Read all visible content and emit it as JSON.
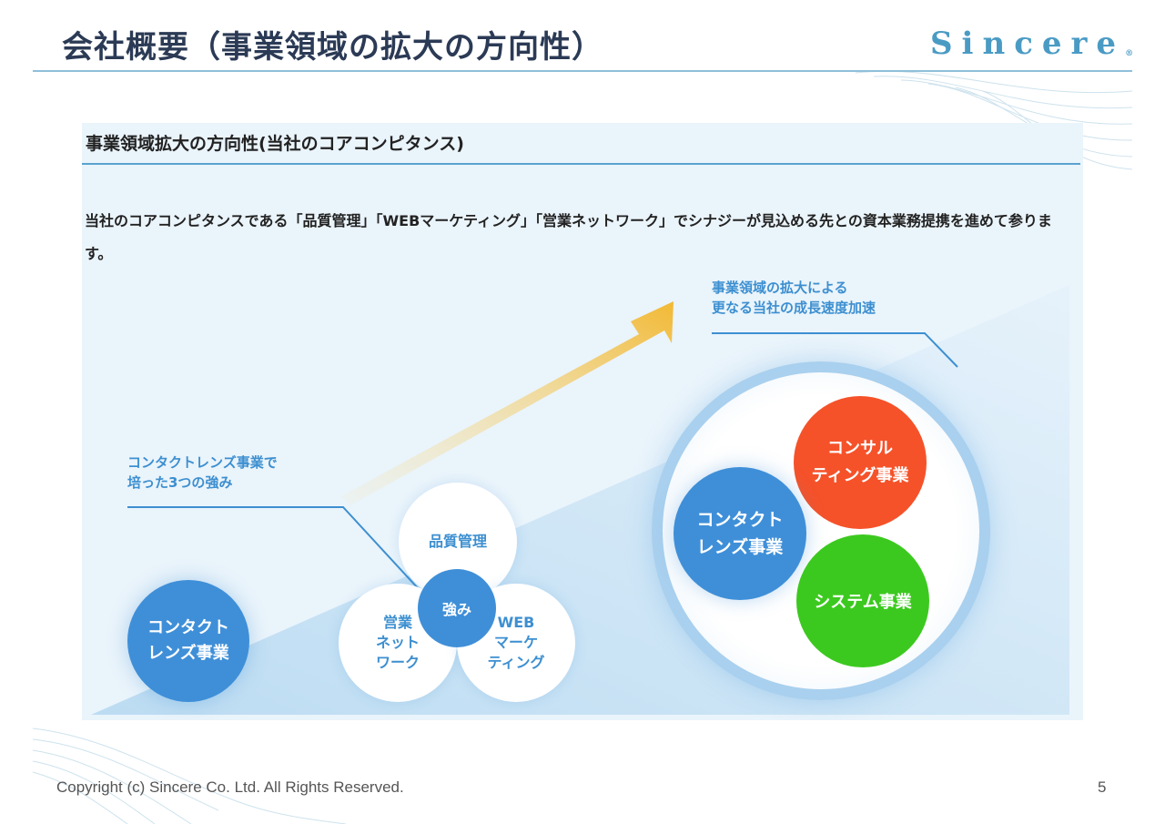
{
  "header": {
    "title": "会社概要（事業領域の拡大の方向性）",
    "logo_text": "Sincere",
    "logo_mark": "®"
  },
  "panel": {
    "heading": "事業領域拡大の方向性(当社のコアコンピタンス)",
    "description": "当社のコアコンピタンスである「品質管理」「WEBマーケティング」「営業ネットワーク」でシナジーが見込める先との資本業務提携を進めて参ります。"
  },
  "diagram": {
    "left_callout": "コンタクトレンズ事業で\n培った3つの強み",
    "right_callout": "事業領域の拡大による\n更なる当社の成長速度加速",
    "contact_lens_circle": "コンタクト\nレンズ事業",
    "strength_quality": "品質管理",
    "strength_sales": "営業\nネット\nワーク",
    "strength_web": "WEB\nマーケ\nティング",
    "strength_core": "強み",
    "right_contact_lens": "コンタクト\nレンズ事業",
    "right_consulting": "コンサル\nティング事業",
    "right_system": "システム事業"
  },
  "colors": {
    "title": "#2b3a55",
    "accent_blue": "#3f8fd8",
    "consulting_orange": "#f5522a",
    "system_green": "#3cc91f",
    "arrow_gold": "#f2b934"
  },
  "footer": {
    "copyright": "Copyright (c) Sincere Co. Ltd. All Rights Reserved.",
    "page_number": "5"
  }
}
